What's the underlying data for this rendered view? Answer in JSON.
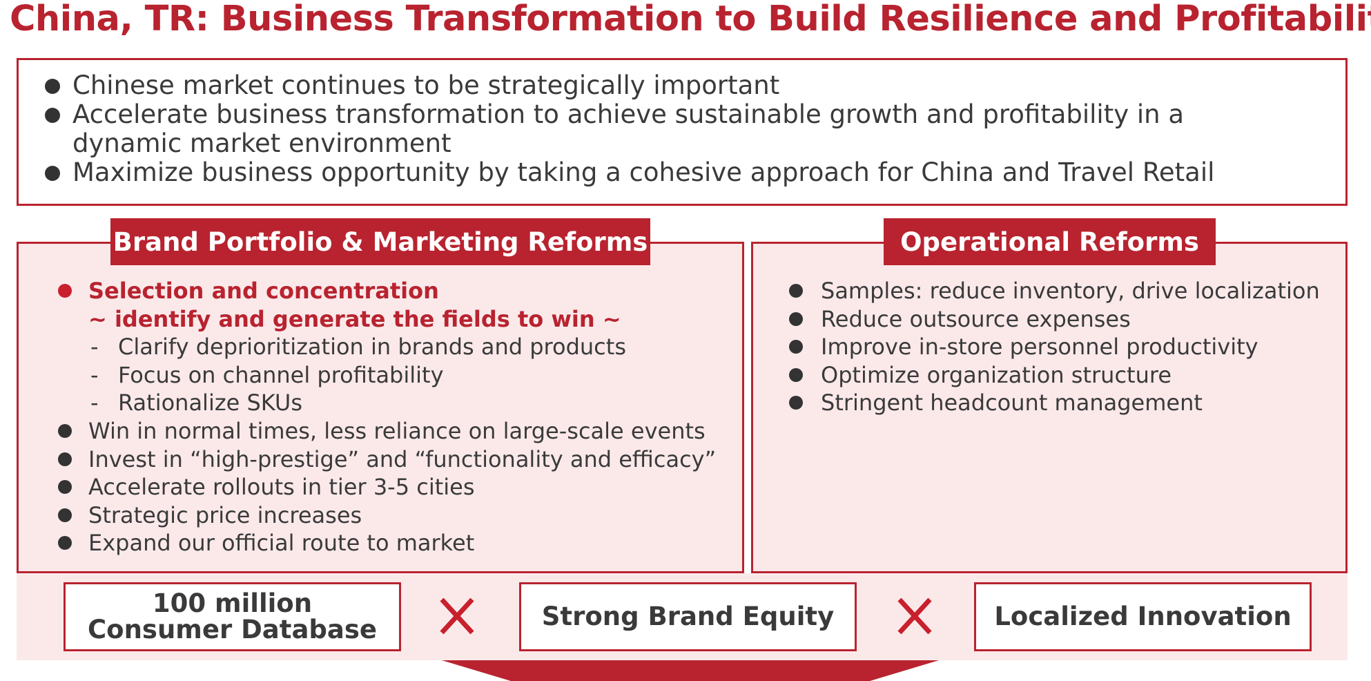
{
  "title": "China, TR: Business Transformation to Build Resilience and Profitability",
  "top_points": [
    "Chinese market continues to be strategically important",
    "Accelerate business transformation to achieve sustainable growth and profitability in a",
    "dynamic market environment",
    "Maximize business opportunity by taking a cohesive approach for China and Travel Retail"
  ],
  "left_panel": {
    "header": "Brand Portfolio & Marketing Reforms",
    "highlight": "Selection and concentration",
    "highlight_sub": "~ identify and generate the fields to win ~",
    "dash": "-",
    "sub_items": [
      "Clarify deprioritization in brands and products",
      "Focus on channel profitability",
      "Rationalize SKUs"
    ],
    "items": [
      "Win in normal times, less reliance on large-scale events",
      "Invest in “high-prestige” and “functionality and efficacy”",
      "Accelerate rollouts in tier 3-5 cities",
      "Strategic price increases",
      "Expand our official route to market"
    ]
  },
  "right_panel": {
    "header": "Operational Reforms",
    "items": [
      "Samples: reduce inventory, drive localization",
      "Reduce outsource expenses",
      "Improve in-store personnel productivity",
      "Optimize organization structure",
      "Stringent headcount management"
    ]
  },
  "bottom": {
    "pill1_line1": "100 million",
    "pill1_line2": "Consumer Database",
    "pill2": "Strong Brand Equity",
    "pill3": "Localized Innovation"
  },
  "colors": {
    "accent": "#b8232f",
    "panel_bg": "#fbe9ea",
    "text": "#3a3a3a"
  }
}
